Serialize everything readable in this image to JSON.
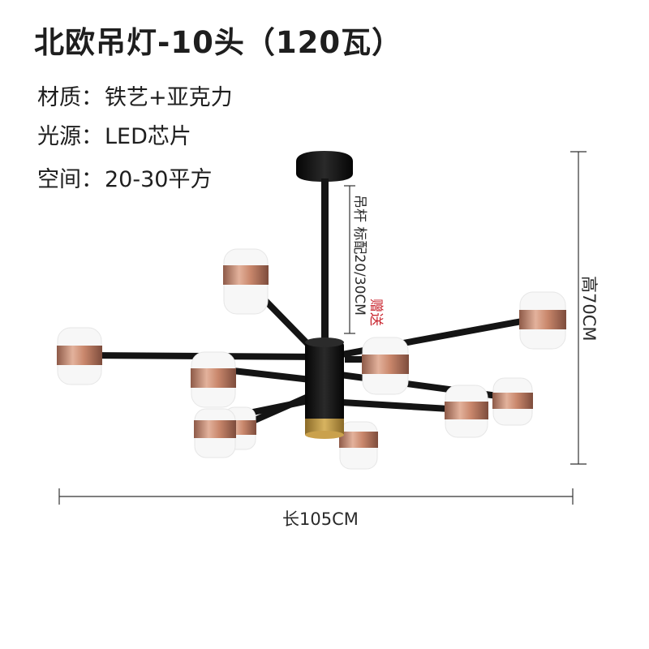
{
  "title": "北欧吊灯-10头（120瓦）",
  "specs": [
    {
      "label": "材质",
      "colon": "：",
      "value": "铁艺+亚克力"
    },
    {
      "label": "光源",
      "colon": "：",
      "value": "LED芯片"
    },
    {
      "label": "空间",
      "colon": "：",
      "value": "20-30平方"
    }
  ],
  "dimensions": {
    "width_label": "长105CM",
    "height_label": "高70CM",
    "rod_label": "吊杆 标配20/30CM",
    "gift_label": "赠送"
  },
  "colors": {
    "frame": "#141414",
    "copper": "#c98f76",
    "gold": "#b8903c",
    "lamp_white": "#f6f6f6",
    "gift_red": "#c8232c"
  },
  "lamp_count": 10
}
